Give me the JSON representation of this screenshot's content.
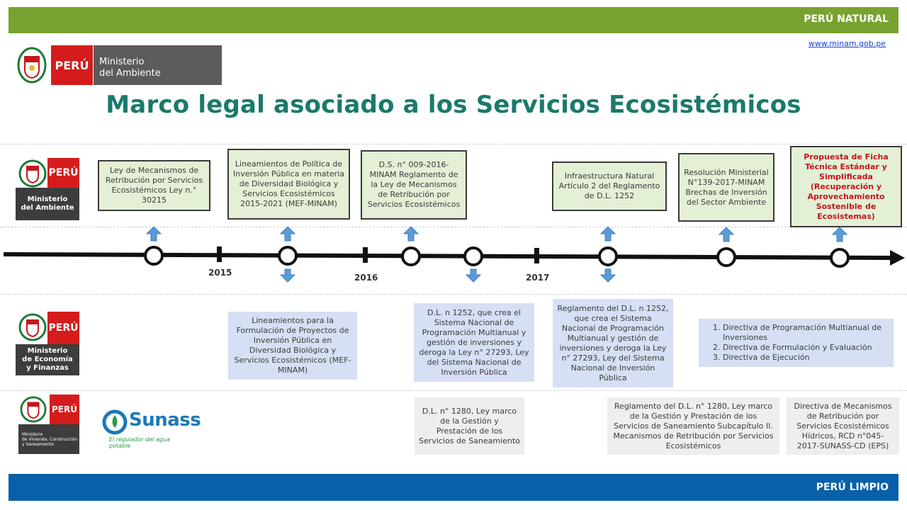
{
  "bands": {
    "top_label": "PERÚ NATURAL",
    "bottom_label": "PERÚ LIMPIO"
  },
  "site_link": "www.minam.gob.pe",
  "header_logo": {
    "peru": "PERÚ",
    "ministry_line1": "Ministerio",
    "ministry_line2": "del Ambiente"
  },
  "title": "Marco legal asociado a los Servicios Ecosistémicos",
  "sidebar": {
    "minam": {
      "peru": "PERÚ",
      "line1": "Ministerio",
      "line2": "del Ambiente"
    },
    "mef": {
      "peru": "PERÚ",
      "line1": "Ministerio",
      "line2": "de Economía",
      "line3": "y Finanzas"
    },
    "vivienda": {
      "peru": "PERÚ",
      "line1": "Ministerio",
      "line2": "de Vivienda, Construcción",
      "line3": "y Saneamiento"
    },
    "sunass": {
      "name": "Sunass",
      "tagline": "El regulador del agua potable"
    }
  },
  "timeline": {
    "years": [
      "2015",
      "2016",
      "2017"
    ]
  },
  "top_boxes": [
    {
      "text": "Ley de Mecanismos de Retribución por Servicios Ecosistémicos Ley n.° 30215"
    },
    {
      "text": "Lineamientos de Política de Inversión Pública en materia de Diversidad Biológica y Servicios Ecosistémicos 2015-2021 (MEF-MINAM)"
    },
    {
      "text": "D.S. n° 009-2016-MINAM Reglamento de la Ley de Mecanismos de Retribución por Servicios Ecosistémicos"
    },
    {
      "text": "Infraestructura Natural Artículo 2 del Reglamento de D.L. 1252"
    },
    {
      "text": "Resolución Ministerial N°139-2017-MINAM Brechas de Inversión del Sector Ambiente"
    },
    {
      "text": "Propuesta de Ficha Técnica Estándar y Simplificada (Recuperación y Aprovechamiento Sostenible de Ecosistemas)"
    }
  ],
  "mef_boxes": [
    {
      "text": "Lineamientos para la Formulación de Proyectos de Inversión Pública en Diversidad Biológica y Servicios Ecosistémicos (MEF-MINAM)"
    },
    {
      "text": "D.L. n 1252, que crea el Sistema Nacional de Programación Multianual y gestión de inversiones y deroga la Ley n° 27293, Ley del Sistema Nacional de Inversión Pública"
    },
    {
      "text": "Reglamento del D.L. n 1252, que crea el Sistema Nacional de Programación Multianual y gestión de inversiones y deroga la Ley n° 27293, Ley del Sistema Nacional de Inversión Pública"
    },
    {
      "items": [
        "Directiva de Programación Multianual de Inversiones",
        "Directiva de Formulación y Evaluación",
        "Directiva de Ejecución"
      ]
    }
  ],
  "vivienda_boxes": [
    {
      "text": "D.L. n° 1280, Ley marco de la Gestión y Prestación de los Servicios de Saneamiento"
    },
    {
      "text": "Reglamento del D.L. n° 1280, Ley marco de la Gestión y Prestación de los Servicios de Saneamiento Subcapítulo II. Mecanismos de Retribución por Servicios Ecosistémicos"
    },
    {
      "text": "Directiva de Mecanismos de Retribución por Servicios Ecosistémicos Hídricos, RCD n°045-2017-SUNASS-CD (EPS)"
    }
  ],
  "colors": {
    "green_band": "#78a22f",
    "blue_band": "#0860a8",
    "title": "#1a7a6a",
    "red": "#d41c1c",
    "arrow": "#5b9bd5"
  }
}
